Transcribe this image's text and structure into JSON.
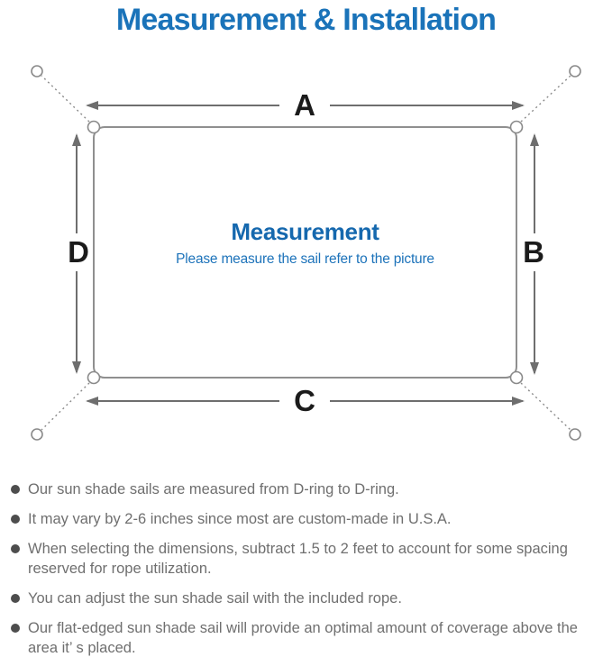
{
  "title": "Measurement & Installation",
  "diagram": {
    "label_top": "A",
    "label_right": "B",
    "label_bottom": "C",
    "label_left": "D",
    "center_heading": "Measurement",
    "center_subtitle": "Please measure the sail refer to the picture"
  },
  "notes": [
    "Our sun shade sails are measured from D-ring to D-ring.",
    "It may vary by 2-6 inches since most are custom-made in U.S.A.",
    "When selecting the dimensions, subtract 1.5 to 2 feet to account for some spacing reserved for rope utilization.",
    "You can adjust the sun shade sail with the included rope.",
    "Our flat-edged sun shade sail will provide an optimal amount of coverage above the area it’ s placed."
  ],
  "colors": {
    "accent_blue": "#1a73b9",
    "heading_blue": "#1568ae",
    "diagram_gray": "#8a8a8a",
    "arrow_gray": "#6e6e6e",
    "text_gray": "#6f6f6f"
  }
}
